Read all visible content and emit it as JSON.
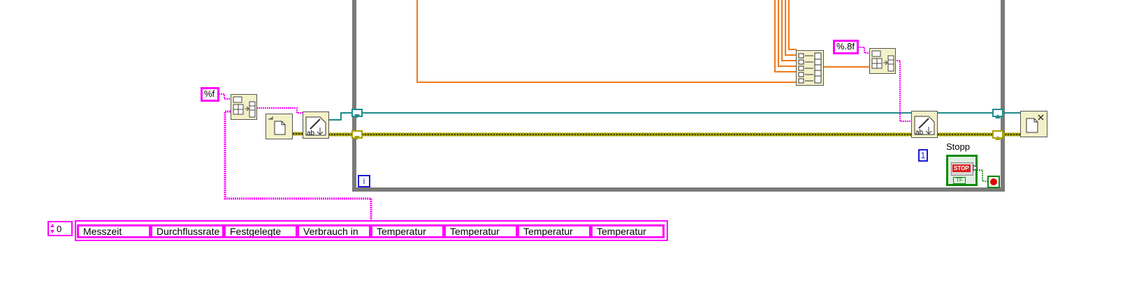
{
  "format_constants": {
    "left": "%f",
    "right": "%.8f"
  },
  "numeric_constant": "1",
  "loop_iteration_terminal": "i",
  "stop_control": {
    "label": "Stopp",
    "button_text": "STOP",
    "indicator_text": "TF"
  },
  "array_constant": {
    "index": "0",
    "cells": [
      "Messzeit",
      "Durchflussrate",
      "Festgelegte",
      "Verbrauch in",
      "Temperatur",
      "Temperatur",
      "Temperatur",
      "Temperatur"
    ]
  },
  "node_glyphs": {
    "write_text": "ab"
  },
  "colors": {
    "string_wire": "#ff00ff",
    "numeric_wire": "#f07a1c",
    "refnum_wire": "#1e8c8c",
    "error_wire": "#a7a100",
    "loop_frame": "#7a7a7a",
    "node_fill": "#f4f1c9"
  }
}
